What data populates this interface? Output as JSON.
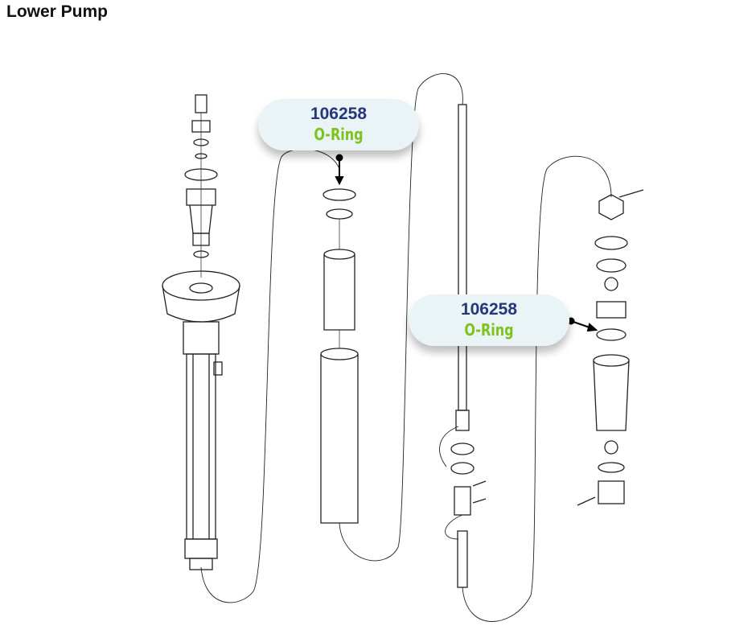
{
  "title": "Lower Pump",
  "callouts": [
    {
      "part_number": "106258",
      "name": "O-Ring"
    },
    {
      "part_number": "106258",
      "name": "O-Ring"
    }
  ],
  "colors": {
    "part_number": "#26367a",
    "name": "#7dc31e",
    "bubble": "#eaf4f6"
  }
}
